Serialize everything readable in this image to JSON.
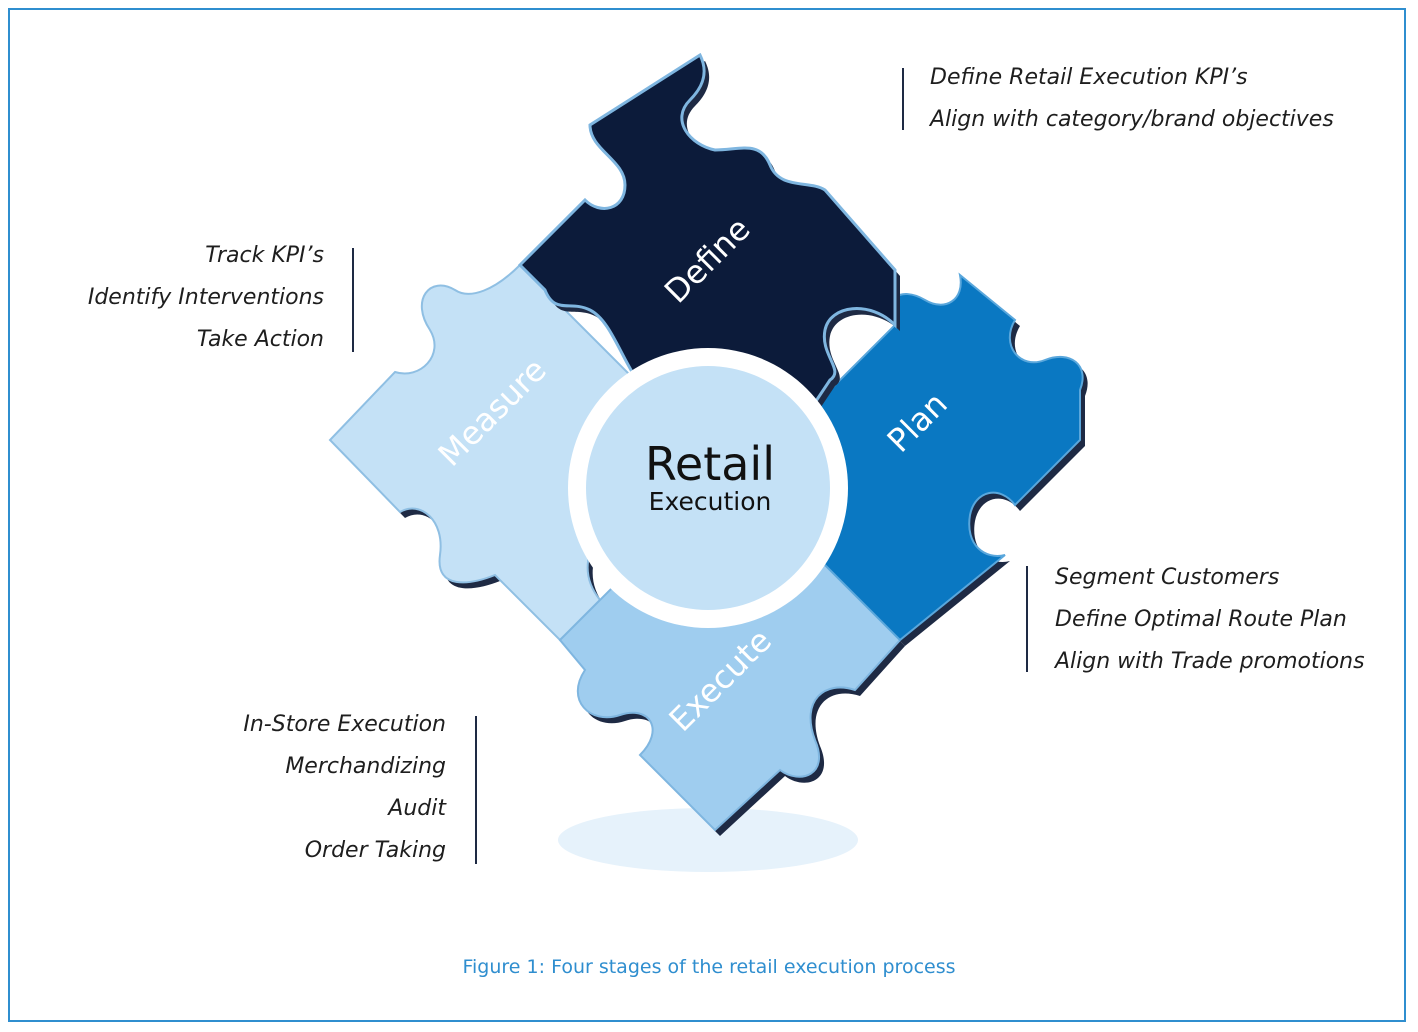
{
  "center": {
    "title": "Retail",
    "subtitle": "Execution"
  },
  "pieces": {
    "define": {
      "label": "Define",
      "color": "#0c1b3a"
    },
    "plan": {
      "label": "Plan",
      "color": "#0a78c2"
    },
    "execute": {
      "label": "Execute",
      "color": "#9fcdef"
    },
    "measure": {
      "label": "Measure",
      "color": "#c4e1f6"
    }
  },
  "notes": {
    "define": [
      "Define Retail Execution KPI’s",
      "Align with category/brand objectives"
    ],
    "measure": [
      "Track KPI’s",
      "Identify Interventions",
      "Take Action"
    ],
    "plan": [
      "Segment Customers",
      "Define Optimal Route Plan",
      "Align with Trade promotions"
    ],
    "execute": [
      "In-Store Execution",
      "Merchandizing",
      "Audit",
      "Order Taking"
    ]
  },
  "caption": "Figure 1: Four stages of the retail execution process",
  "colors": {
    "frame": "#2f8ecf",
    "caption": "#2f8ecf",
    "outline": "#1e2a44"
  }
}
